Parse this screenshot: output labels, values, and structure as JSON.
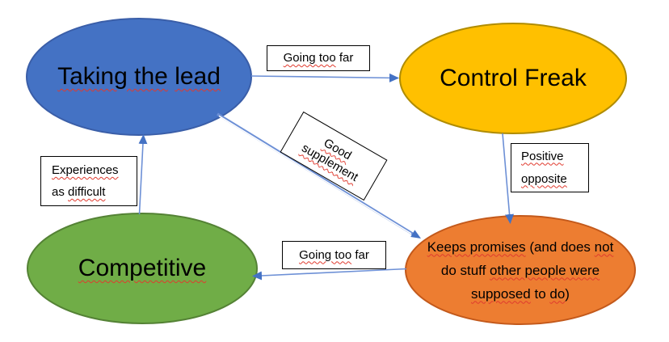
{
  "diagram": {
    "colors": {
      "background": "#FFFFFF",
      "arrow_line": "#6D90D6",
      "arrow_head": "#4472C4",
      "squiggle": "#E03A2E",
      "box_border": "#000000"
    },
    "nodes": {
      "blue": {
        "label": "Taking the lead",
        "fill": "#4472C4",
        "stroke": "#3A5EA8",
        "s0": "Taking the",
        "s1": " ",
        "s2": "lead"
      },
      "yellow": {
        "label": "Control Freak",
        "fill": "#FFC000",
        "stroke": "#B08C00",
        "s0": "Control Freak"
      },
      "green": {
        "label": "Competitive",
        "fill": "#70AD47",
        "stroke": "#548235",
        "s0": "Competitive"
      },
      "orange": {
        "label": "Keeps promises (and does not do stuff other people were supposed to do)",
        "fill": "#ED7D31",
        "stroke": "#C3591B",
        "l1a": "Keeps promises",
        "l1b": " (and does ",
        "l1c": "not",
        "l2a": "do stuff ",
        "l2b": "other people were",
        "l3a": "supposed",
        "l3b": " to ",
        "l3c": "do",
        "l3d": ")"
      }
    },
    "labels": {
      "top_going": {
        "a": "Going too",
        "b": " far"
      },
      "good": {
        "l1": "Good",
        "l2": "supplement"
      },
      "positive": {
        "l1": "Positive",
        "l2": "opposite"
      },
      "experiences": {
        "l1": "Experiences",
        "l2a": "as ",
        "l2b": "difficult"
      },
      "bottom_going": {
        "a": "Going too",
        "b": " far"
      }
    },
    "edges": [
      {
        "from": "Taking the lead",
        "to": "Control Freak",
        "label": "Going too far"
      },
      {
        "from": "Competitive",
        "to": "Taking the lead",
        "label": "Experiences as difficult"
      },
      {
        "from": "Control Freak",
        "to": "Keeps promises (and does not do stuff other people were supposed to do)",
        "label": "Positive opposite"
      },
      {
        "from": "Keeps promises (and does not do stuff other people were supposed to do)",
        "to": "Competitive",
        "label": "Going too far"
      },
      {
        "from": "Taking the lead",
        "to": "Keeps promises (and does not do stuff other people were supposed to do)",
        "label": "Good supplement"
      }
    ]
  }
}
